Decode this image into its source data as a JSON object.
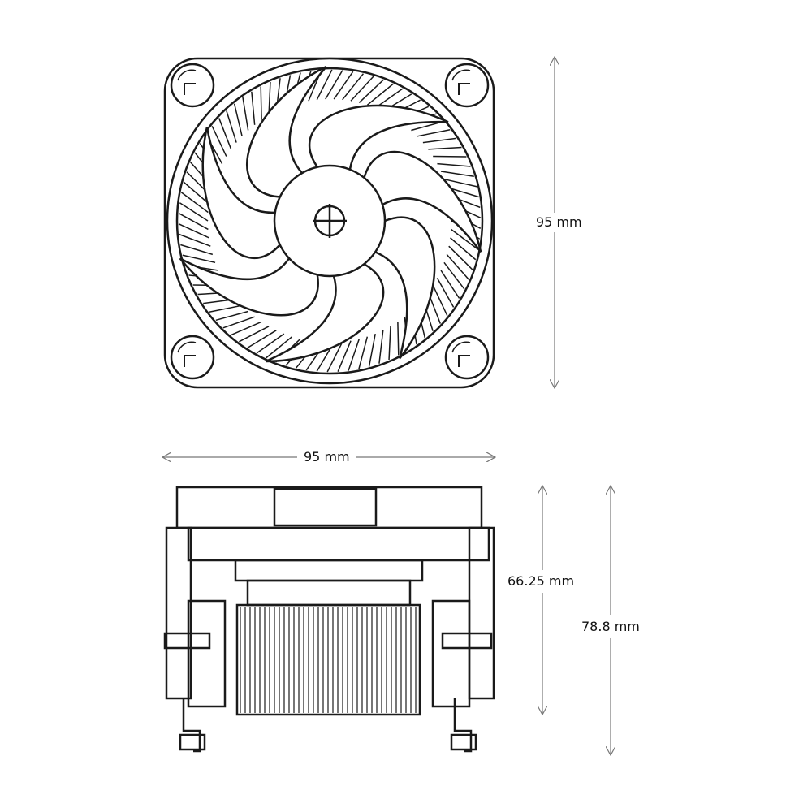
{
  "dimensions": {
    "top_height": "95 mm",
    "width": "95 mm",
    "fan_height": "66.25 mm",
    "total_height": "78.8 mm"
  },
  "colors": {
    "line": "#1a1a1a",
    "dim_line": "#777777"
  }
}
